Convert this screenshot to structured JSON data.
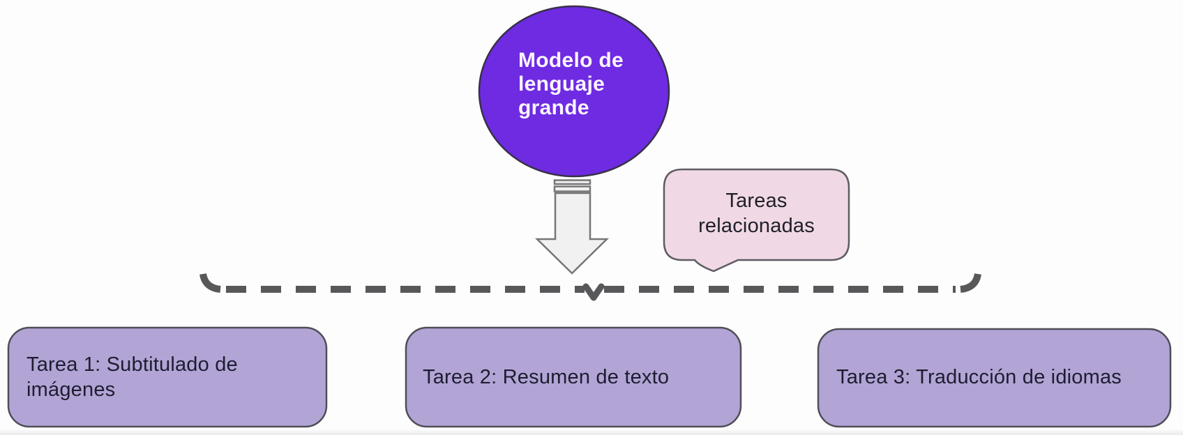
{
  "diagram": {
    "central_node": {
      "label": "Modelo de\nlenguaje\ngrande"
    },
    "callout": {
      "label": "Tareas\nrelacionadas"
    },
    "tasks": [
      {
        "label": "Tarea 1: Subtitulado de imágenes"
      },
      {
        "label": "Tarea 2: Resumen de texto"
      },
      {
        "label": "Tarea 3: Traducción de idiomas"
      }
    ],
    "colors": {
      "central_fill": "#6E2BE2",
      "central_text": "#FBF5FE",
      "task_fill": "#B3A4D6",
      "callout_fill": "#F0D9E4",
      "arrow_fill": "#F1F1F1",
      "connector": "#58585A",
      "outline": "#4F4E57",
      "text_dark": "#1D1D30"
    }
  }
}
